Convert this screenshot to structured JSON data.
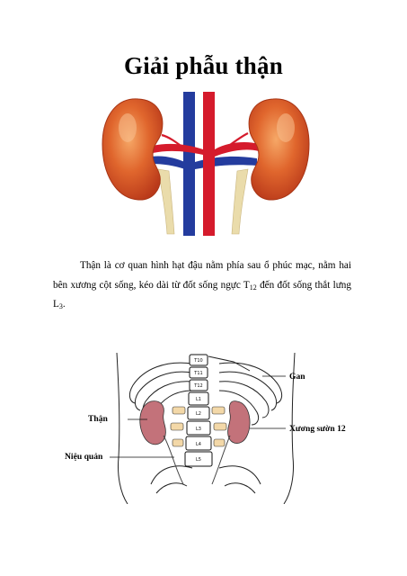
{
  "title": "Giải phẫu thận",
  "paragraph": {
    "part1": "Thận là cơ quan hình hạt đậu nằm phía sau ổ phúc mạc, nằm hai bên xương cột sống, kéo dài từ đốt sống ngực T",
    "sub1": "12",
    "part2": " đến đốt sống thắt lưng L",
    "sub2": "3",
    "part3": "."
  },
  "figure2": {
    "label_gan": "Gan",
    "label_than": "Thận",
    "label_xuong_suon": "Xương sườn 12",
    "label_nieu_quan": "Niệu quản",
    "vertebrae": [
      "T10",
      "T11",
      "T12",
      "L1",
      "L2",
      "L3",
      "L4",
      "L5"
    ]
  },
  "colors": {
    "kidney": "#d9541f",
    "kidney_highlight": "#f4a15f",
    "artery": "#d8182b",
    "vein": "#233a9c",
    "ureter": "#e9dca5",
    "kidney_sketch": "#c26a72"
  }
}
